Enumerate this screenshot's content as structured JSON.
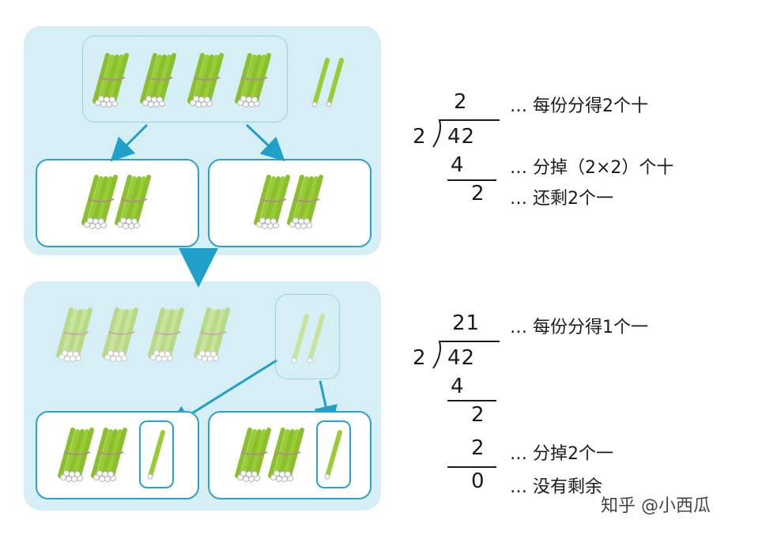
{
  "colors": {
    "panel_bg": "#d6eef6",
    "border_blue": "#2aa3cc",
    "arrow_blue": "#1ea0c8",
    "stick_green": "#9acc38",
    "stick_pale": "#c9e49a",
    "text": "#1a1a1a"
  },
  "icons": [
    "stick-bundle-icon",
    "single-stick-icon",
    "arrow-icon"
  ],
  "division1": {
    "divisor": "2",
    "dividend": "42",
    "quotient": "2",
    "step1_product": "4",
    "step1_remainder": "2",
    "note_quotient": "… 每份分得2个十",
    "note_product": "… 分掉（2×2）个十",
    "note_remainder": "… 还剩2个一"
  },
  "division2": {
    "divisor": "2",
    "dividend": "42",
    "quotient": "21",
    "step1_product": "4",
    "step1_remainder": "2",
    "step2_product": "2",
    "step2_remainder": "0",
    "note_quotient": "… 每份分得1个一",
    "note_step2_product": "… 分掉2个一",
    "note_final": "… 没有剩余"
  },
  "watermark": "知乎 @小西瓜"
}
